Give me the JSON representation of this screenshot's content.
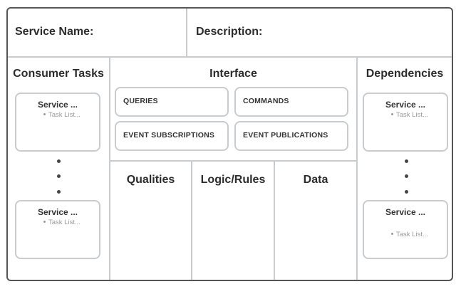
{
  "header": {
    "service_name_label": "Service Name:",
    "description_label": "Description:"
  },
  "consumer_tasks": {
    "title": "Consumer Tasks",
    "cards": [
      {
        "title": "Service ...",
        "subtitle": "Task List..."
      },
      {
        "title": "Service ...",
        "subtitle": "Task List..."
      }
    ]
  },
  "interface": {
    "title": "Interface",
    "items": [
      {
        "label": "QUERIES"
      },
      {
        "label": "COMMANDS"
      },
      {
        "label": "EVENT SUBSCRIPTIONS"
      },
      {
        "label": "EVENT PUBLICATIONS"
      }
    ]
  },
  "lower_sections": {
    "qualities": "Qualities",
    "logic_rules": "Logic/Rules",
    "data": "Data"
  },
  "dependencies": {
    "title": "Dependencies",
    "cards": [
      {
        "title": "Service ...",
        "subtitle": "Task List..."
      },
      {
        "title": "Service ...",
        "subtitle": "Task List..."
      }
    ]
  },
  "colors": {
    "border": "#555555",
    "divider": "#c9ccce",
    "text": "#2c2c2c",
    "muted_text": "#9a9a9a"
  }
}
